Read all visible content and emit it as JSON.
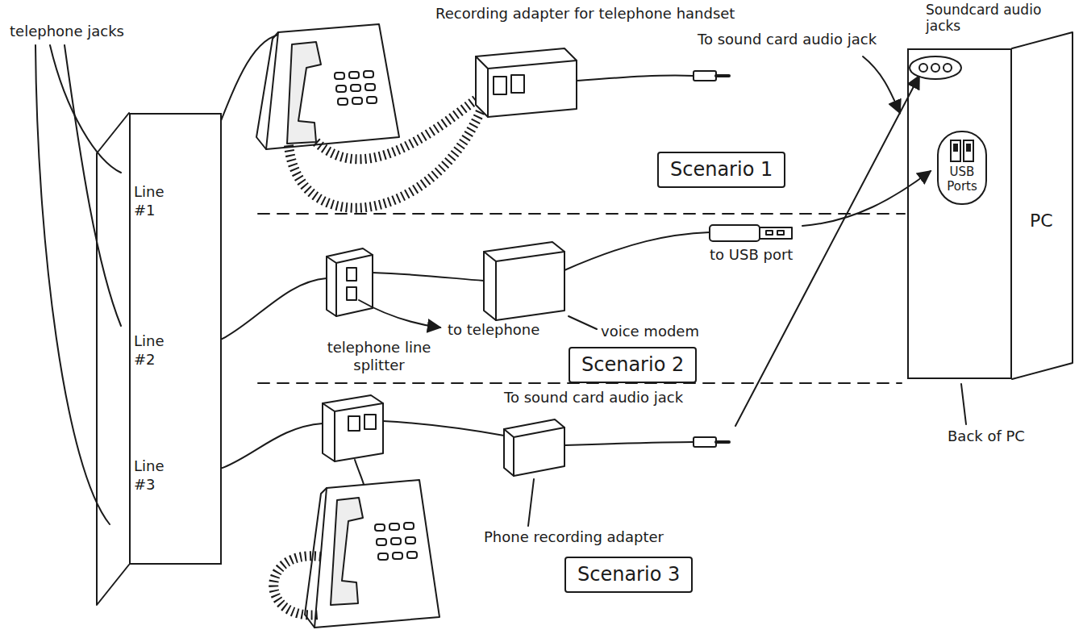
{
  "diagram": {
    "nodes": [
      {
        "text": [
          "Line #1",
          "Line #2",
          "Line #3"
        ]
      },
      {
        "text": [
          "Scenario 1"
        ]
      },
      {
        "text": [
          "Scenario 2"
        ]
      },
      {
        "text": [
          "Scenario 3"
        ]
      },
      {
        "text": [
          "PC"
        ]
      },
      {
        "text": [
          "USB Ports"
        ],
        "in": 4
      }
    ],
    "labels": [
      "telephone jacks",
      "Recording adapter for telephone handset",
      "To sound card audio jack",
      "Soundcard audio jacks",
      "to USB port",
      "to telephone",
      "voice modem",
      "telephone line splitter",
      "To sound card audio jack",
      "Phone recording adapter",
      "Back of PC"
    ]
  }
}
